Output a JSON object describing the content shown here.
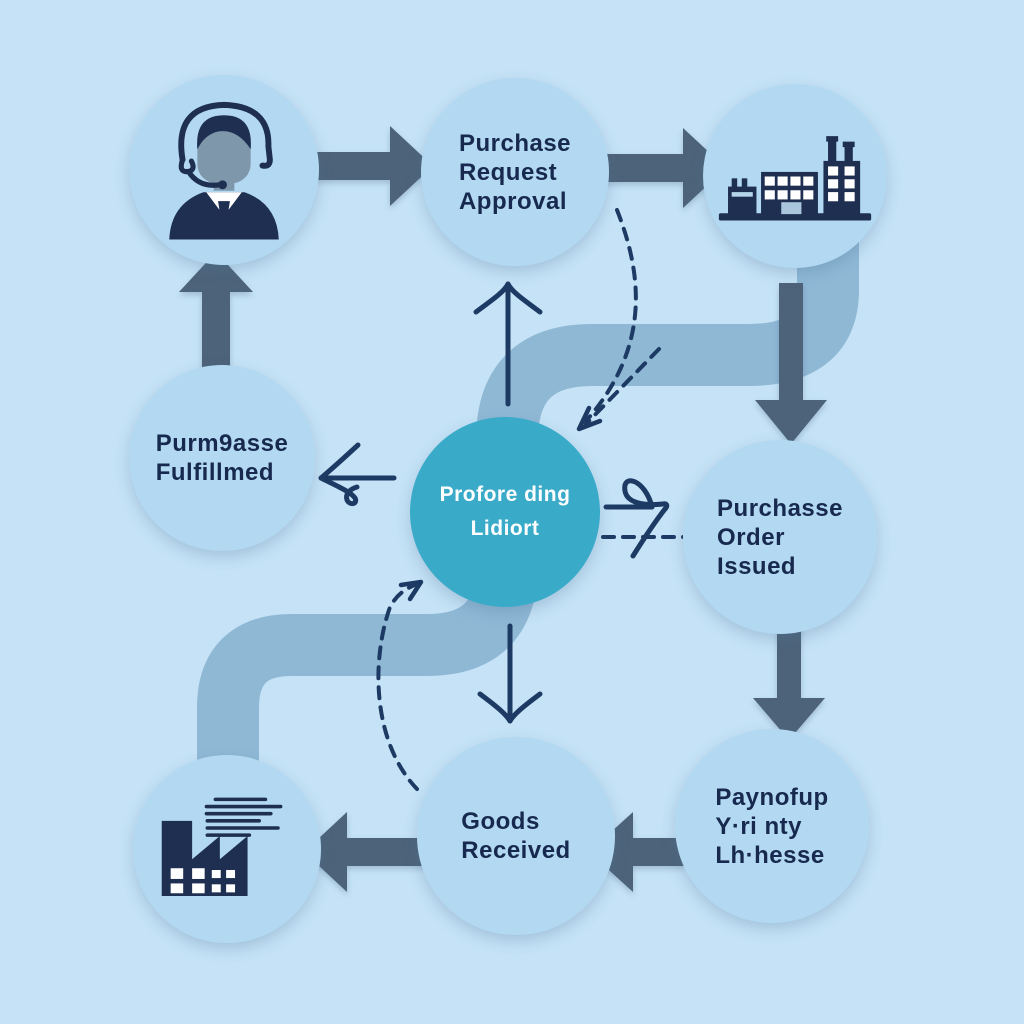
{
  "palette": {
    "background": "#c5e2f6",
    "node_fill": "#b3d9f2",
    "center_node_fill": "#3aaac9",
    "thick_arrow": "#4d6379",
    "ribbon": "#8fb8d5",
    "sketch_ink": "#1c3a63",
    "label_text": "#17294e",
    "center_text": "#ffffff",
    "icon_navy": "#1e2f52",
    "icon_skin": "#7e97ab",
    "icon_window": "#ffffff"
  },
  "nodes": [
    {
      "id": "requester",
      "kind": "icon",
      "icon": "support-agent-icon"
    },
    {
      "id": "purchase-request-approval",
      "kind": "text",
      "lines": [
        "Purchase",
        "Request",
        "Approval"
      ]
    },
    {
      "id": "supplier",
      "kind": "icon",
      "icon": "supplier-buildings-icon"
    },
    {
      "id": "purchase-fulfilled",
      "kind": "text",
      "lines": [
        "Purm9asse",
        "Fulfillmed"
      ]
    },
    {
      "id": "sourcing-center",
      "kind": "text",
      "lines": [
        "Profore ding",
        "Lidiort"
      ]
    },
    {
      "id": "purchase-order-issued",
      "kind": "text",
      "lines": [
        "Purchasse",
        "Order",
        "Issued"
      ]
    },
    {
      "id": "payment-invoice",
      "kind": "text",
      "lines": [
        "Paynofup",
        "Y·ri nty",
        "Lh·hesse"
      ]
    },
    {
      "id": "goods-received",
      "kind": "text",
      "lines": [
        "Goods",
        "Received"
      ]
    },
    {
      "id": "receiving-factory",
      "kind": "icon",
      "icon": "factory-icon"
    }
  ],
  "edges": [
    {
      "from": "requester",
      "to": "purchase-request-approval",
      "style": "thick"
    },
    {
      "from": "purchase-request-approval",
      "to": "supplier",
      "style": "thick"
    },
    {
      "from": "supplier",
      "to": "purchase-order-issued",
      "style": "thick"
    },
    {
      "from": "purchase-order-issued",
      "to": "payment-invoice",
      "style": "thick"
    },
    {
      "from": "payment-invoice",
      "to": "goods-received",
      "style": "thick"
    },
    {
      "from": "goods-received",
      "to": "receiving-factory",
      "style": "thick"
    },
    {
      "from": "purchase-fulfilled",
      "to": "requester",
      "style": "thick"
    },
    {
      "from": "supplier",
      "to": "receiving-factory",
      "via": "sourcing-center",
      "style": "ribbon"
    },
    {
      "from": "sourcing-center",
      "to": "purchase-request-approval",
      "style": "sketch"
    },
    {
      "from": "sourcing-center",
      "to": "purchase-fulfilled",
      "style": "sketch"
    },
    {
      "from": "sourcing-center",
      "to": "purchase-order-issued",
      "style": "sketch"
    },
    {
      "from": "sourcing-center",
      "to": "goods-received",
      "style": "sketch"
    },
    {
      "from": "purchase-request-approval",
      "to": "sourcing-center",
      "style": "dashed"
    },
    {
      "from": "sourcing-center",
      "to": "purchase-order-issued",
      "style": "dashed"
    },
    {
      "from": "goods-received",
      "to": "sourcing-center",
      "style": "dashed"
    }
  ]
}
